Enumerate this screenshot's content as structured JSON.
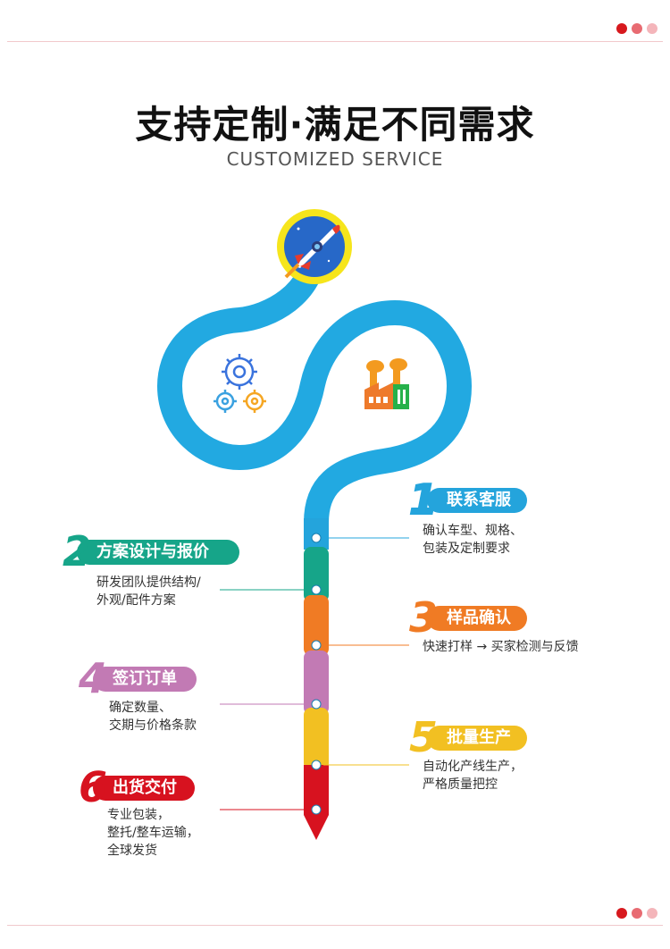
{
  "header": {
    "title": "支持定制·满足不同需求",
    "subtitle": "CUSTOMIZED SERVICE"
  },
  "colors": {
    "path_blue": "#22a9e1",
    "step1": "#24a4dc",
    "step2": "#16a589",
    "step3": "#f07b24",
    "step4": "#c27ab4",
    "step5": "#f2c022",
    "step6": "#d7121f",
    "dot_dark": "#d7191e",
    "dot_mid": "#e86b72",
    "dot_light": "#f4b5ba"
  },
  "icons": {
    "top": "rocket-icon",
    "left": "gears-icon",
    "right": "factory-icon"
  },
  "steps": [
    {
      "num": "1",
      "label": "联系客服",
      "desc": "确认车型、规格、\n包装及定制要求"
    },
    {
      "num": "2",
      "label": "方案设计与报价",
      "desc": "研发团队提供结构/\n外观/配件方案"
    },
    {
      "num": "3",
      "label": "样品确认",
      "desc": "快速打样 → 买家检测与反馈"
    },
    {
      "num": "4",
      "label": "签订订单",
      "desc": "确定数量、\n交期与价格条款"
    },
    {
      "num": "5",
      "label": "批量生产",
      "desc": "自动化产线生产，\n严格质量把控"
    },
    {
      "num": "6",
      "label": "出货交付",
      "desc": "专业包装，\n整托/整车运输，\n全球发货"
    }
  ]
}
